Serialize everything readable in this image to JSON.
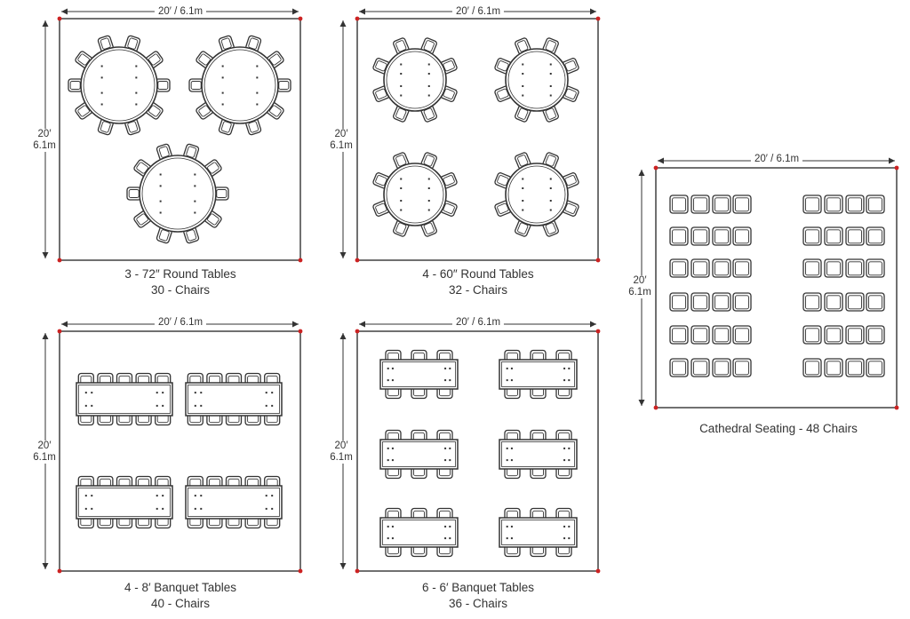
{
  "dimensions": {
    "width_label": "20′ / 6.1m",
    "height_feet": "20′",
    "height_meters": "6.1m"
  },
  "layouts": [
    {
      "id": "round72",
      "title": "3 - 72″ Round Tables",
      "subtitle": "30 - Chairs"
    },
    {
      "id": "round60",
      "title": "4 - 60″ Round Tables",
      "subtitle": "32 - Chairs"
    },
    {
      "id": "banquet8",
      "title": "4 - 8′ Banquet Tables",
      "subtitle": "40 - Chairs"
    },
    {
      "id": "banquet6",
      "title": "6 - 6′ Banquet Tables",
      "subtitle": "36 - Chairs"
    },
    {
      "id": "cathedral",
      "title": "Cathedral Seating - 48 Chairs",
      "subtitle": ""
    }
  ],
  "colors": {
    "line": "#333333",
    "corner_dot": "#cc2222",
    "furniture_fill": "#ffffff"
  }
}
